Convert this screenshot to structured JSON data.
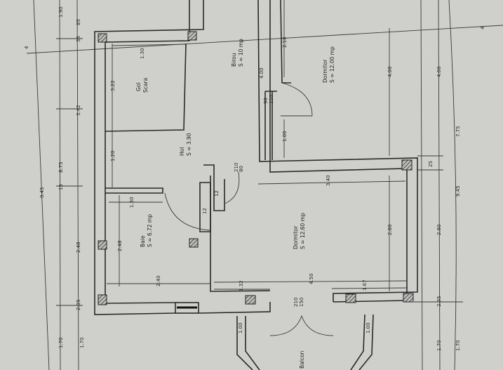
{
  "rooms": {
    "gol_scara": {
      "name": "Gol",
      "line2": "Scara"
    },
    "hol": {
      "name": "Hol",
      "area": "S = 3.90"
    },
    "baie": {
      "name": "Baie",
      "area": "S = 6.72 mp"
    },
    "dormitor_1": {
      "name": "Dormitor",
      "area": "S = 12.60 mp"
    },
    "dormitor_2": {
      "name": "Dormitor",
      "area": "S = 12.00 mp"
    },
    "birou": {
      "name": "Birou",
      "area": "S = 10 mp"
    },
    "balcon": {
      "name": "Balcon"
    }
  },
  "doors": {
    "hol_door": {
      "w": "80",
      "h": "210"
    },
    "dormitor2_door": {
      "w": "90",
      "h": "210"
    },
    "balcon_door": {
      "w": "150",
      "h": "210"
    }
  },
  "dimensions": {
    "left_outer_total": "9.45",
    "left_mid_total": "8.75",
    "left_15": "15",
    "left_3_42": "3.42",
    "left_2_48": "2.48",
    "left_2_35": "2.35",
    "left_1_70a": "1.70",
    "left_1_70b": "1.70",
    "top_1_90": "1.90",
    "top_35": "35",
    "top_85": "85",
    "scara_width": "1.30",
    "scara_len": "3.22",
    "hol_1_20": "1.20",
    "baie_1_30": "1.30",
    "baie_2_48": "2.48",
    "baie_2_40": "2.40",
    "wall_12": "12",
    "wall_12b": "12",
    "birou_2_10": "2.10",
    "birou_4_00": "4.00",
    "dorm2_1_00": "1.00",
    "dorm_3_40": "3.40",
    "dorm_4_50": "4.50",
    "dorm_1_32": "1.32",
    "dorm_1_67": "1.67",
    "dorm_2_80": "2.80",
    "right_4_00": "4.00",
    "right_4_00b": "4.00",
    "right_2_80": "2.80",
    "right_25": "25",
    "right_7_75": "7.75",
    "right_9_45": "9.45",
    "right_2_35": "2.35",
    "right_1_70": "1.70",
    "right_1_70b": "1.70",
    "balcon_left": "1.00",
    "balcon_right": "1.00",
    "axis_marker": "4"
  }
}
